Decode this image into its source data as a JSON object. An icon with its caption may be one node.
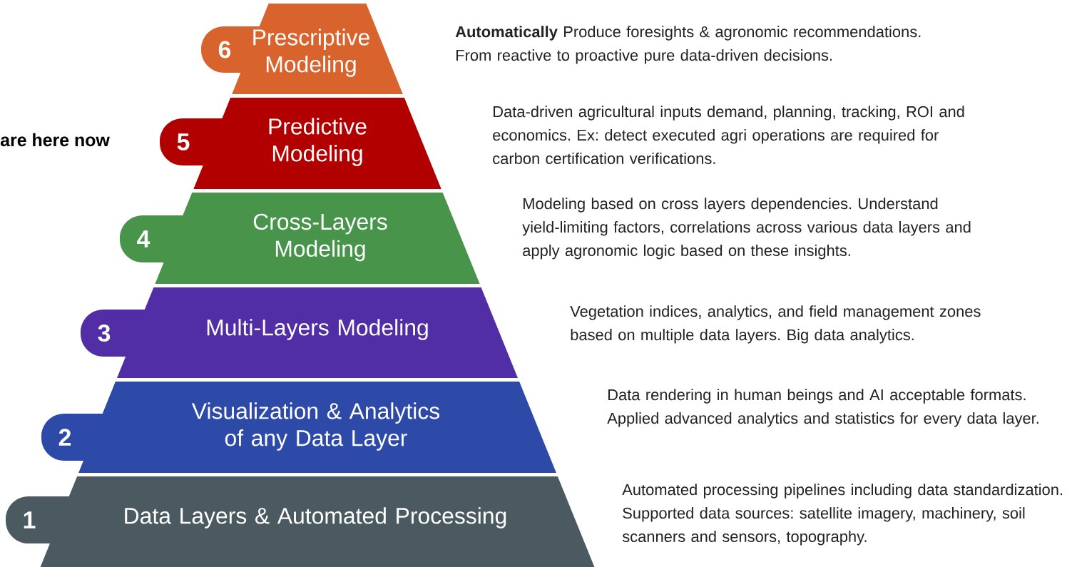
{
  "diagram": {
    "nodes": [
      {
        "text": [
          "6",
          "Prescriptive Modeling"
        ],
        "beside": [
          "**Automatically** Produce foresights & agronomic recommendations. From reactive to proactive pure data-driven decisions."
        ]
      },
      {
        "text": [
          "5",
          "Predictive Modeling"
        ],
        "beside": [
          "Data-driven agricultural inputs demand, planning, tracking, ROI and economics. Ex: detect executed agri operations are required for carbon certification verifications."
        ]
      },
      {
        "text": [
          "4",
          "Cross-Layers Modeling"
        ],
        "beside": [
          "Modeling based on cross layers dependencies. Understand yield-limiting factors, correlations across various data layers and apply agronomic logic based on these insights."
        ]
      },
      {
        "text": [
          "3",
          "Multi-Layers Modeling"
        ],
        "beside": [
          "Vegetation indices, analytics, and field management zones based on multiple data layers. Big data analytics."
        ]
      },
      {
        "text": [
          "2",
          "Visualization & Analytics of any Data Layer"
        ],
        "beside": [
          "Data rendering in human beings and AI acceptable formats. Applied advanced analytics and statistics for every data layer."
        ]
      },
      {
        "text": [
          "1",
          "Data Layers & Automated Processing"
        ],
        "beside": [
          "Automated processing pipelines including data standardization. Supported data sources: satellite imagery, machinery, soil scanners and sensors, topography."
        ]
      }
    ],
    "labels": [
      "are here now"
    ]
  }
}
